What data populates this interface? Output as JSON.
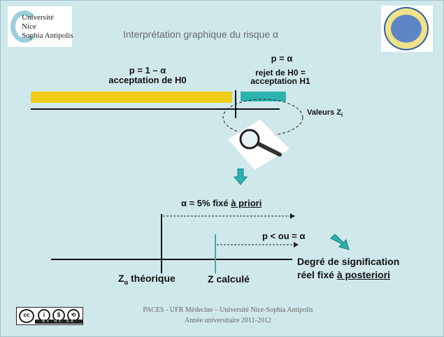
{
  "slide_title": "Interprétation graphique du risque α",
  "logo_left": {
    "line1": "Université",
    "line2": "Nice",
    "line3": "Sophia Antipolis"
  },
  "logo_right": {
    "name": "university-seal"
  },
  "top_diagram": {
    "accept_prob": "p = 1 – α",
    "accept_label": "acceptation de H0",
    "reject_prob": "p = α",
    "reject_label_1": "rejet de H0 =",
    "reject_label_2": "acceptation H1",
    "values_label": "Valeurs Z",
    "values_sub": "i"
  },
  "bottom_diagram": {
    "alpha_prefix": "α = 5% fixé ",
    "alpha_link": "à priori",
    "p_label": "p < ou = α",
    "z_theo": "Z",
    "z_theo_sub": "α",
    "z_theo_suffix": " théorique",
    "z_calc": "Z calculé",
    "sig_line1": "Degré de signification",
    "sig_line2_prefix": "réel fixé ",
    "sig_line2_link": "à posteriori"
  },
  "footer": {
    "line1": "PACES - UFR Médecine – Université Nice-Sophia Antipolis",
    "line2": "Année universitaire 2011-2012"
  },
  "license": {
    "badge1": "cc",
    "badge2": "i",
    "badge3": "$",
    "badge4": "⟲",
    "bottom": "BY NC SA"
  },
  "colors": {
    "accept_bar": "#f2cd18",
    "reject_bar": "#2ab3ae",
    "background": "#cfe8ec",
    "arrow": "#2ab3ae"
  }
}
